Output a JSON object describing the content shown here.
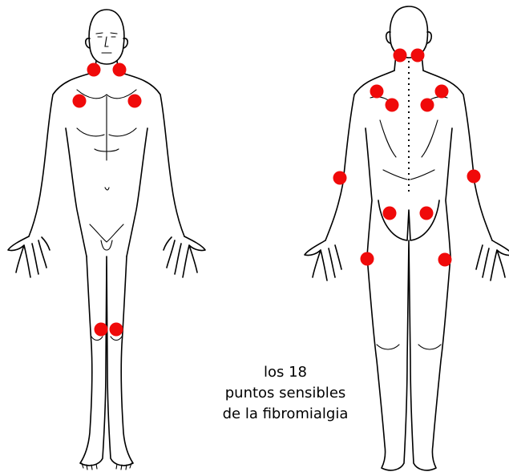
{
  "caption": {
    "line1": "los 18",
    "line2": "puntos sensibles",
    "line3": "de la fibromialgia"
  },
  "colors": {
    "tender_point": "#f00a0a",
    "outline": "#000000",
    "background": "#ffffff"
  },
  "tender_points": {
    "front": [
      "neck-left",
      "neck-right",
      "chest-left",
      "chest-right",
      "knee-left",
      "knee-right"
    ],
    "back": [
      "occiput-left",
      "occiput-right",
      "trapezius-left",
      "trapezius-right",
      "supraspinatus-left",
      "supraspinatus-right",
      "elbow-left",
      "elbow-right",
      "gluteal-left",
      "gluteal-right",
      "trochanter-left",
      "trochanter-right"
    ]
  }
}
